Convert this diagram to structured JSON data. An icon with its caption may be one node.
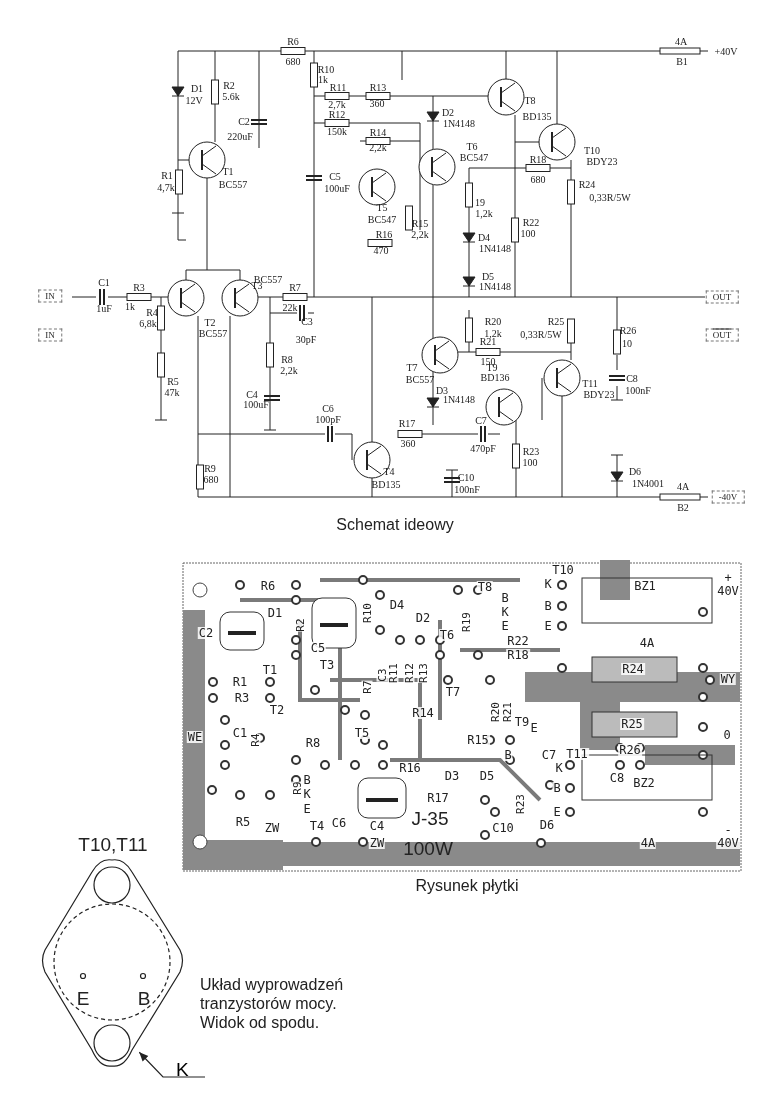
{
  "diagram": {
    "nodes": [
      {
        "text": [
          "K"
        ]
      },
      {
        "text": [],
        "shape": "picture",
        "beside": [
          "T10,T11"
        ]
      }
    ],
    "edges": [
      {
        "from": 0,
        "to": 1,
        "arrow": "to"
      }
    ],
    "labels": [
      "R6",
      "680",
      "4A",
      "B1",
      "+40V",
      "R10",
      "1k",
      "D1",
      "12V",
      "R2",
      "5.6k",
      "R11",
      "R13",
      "2,7k",
      "360",
      "R12",
      "150k",
      "R14",
      "2,2k",
      "C2",
      "220uF",
      "D2",
      "1N4148",
      "T8",
      "BD135",
      "T10",
      "BDY23",
      "T6",
      "BC547",
      "R18",
      "680",
      "R1",
      "4,7k",
      "T1",
      "BC557",
      "C5",
      "100uF",
      "T5",
      "BC547",
      "19",
      "1,2k",
      "R24",
      "0,33R/5W",
      "R15",
      "R22",
      "R16",
      "2,2k",
      "100",
      "470",
      "D4",
      "1N4148",
      "D5",
      "1N4148",
      "IN",
      "C1",
      "R3",
      "T3",
      "BC557",
      "R7",
      "OUT",
      "1uF",
      "1k",
      "22k",
      "R4",
      "6,8k",
      "T2",
      "C3",
      "BC557",
      "R20",
      "1,2k",
      "R25",
      "0,33R/5W",
      "R26",
      "10",
      "IN",
      "OUT",
      "30pF",
      "R21",
      "R8",
      "150",
      "2,2k",
      "T7",
      "BC557",
      "T9",
      "BD136",
      "T11",
      "BDY23",
      "C8",
      "100nF",
      "R5",
      "47k",
      "D3",
      "1N4148",
      "C4",
      "100uF",
      "C6",
      "100pF",
      "C7",
      "R17",
      "360",
      "470pF",
      "R23",
      "100",
      "R9",
      "680",
      "D6",
      "1N4001",
      "T4",
      "BD135",
      "C10",
      "100nF",
      "4A",
      "-40V",
      "B2",
      "Schemat ideowy",
      "R6",
      "D1",
      "R2",
      "C2",
      "C5",
      "R10",
      "D4",
      "D2",
      "T8",
      "B",
      "K",
      "E",
      "R19",
      "T6",
      "R22",
      "R18",
      "T10",
      "K",
      "B",
      "E",
      "BZ1",
      "4A",
      "+",
      "40V",
      "R24",
      "WY",
      "T1",
      "T3",
      "R7",
      "C3",
      "R11",
      "R12",
      "R13",
      "T7",
      "R1",
      "R3",
      "T2",
      "R14",
      "R20",
      "R21",
      "T9",
      "E",
      "R25",
      "WE",
      "C1",
      "R4",
      "R8",
      "T5",
      "R15",
      "B",
      "C7",
      "0",
      "R26",
      "C8",
      "T11",
      "K",
      "B",
      "E",
      "BZ2",
      "R16",
      "D3",
      "D5",
      "R9",
      "B",
      "K",
      "E",
      "R5",
      "R17",
      "J-35",
      "ZW",
      "T4",
      "C6",
      "C4",
      "ZW",
      "100W",
      "C10",
      "R23",
      "D6",
      "4A",
      "-",
      "40V",
      "Rysunek płytki",
      "E",
      "B",
      "Układ wyprowadzeń tranzystorów mocy. Widok od spodu."
    ]
  }
}
